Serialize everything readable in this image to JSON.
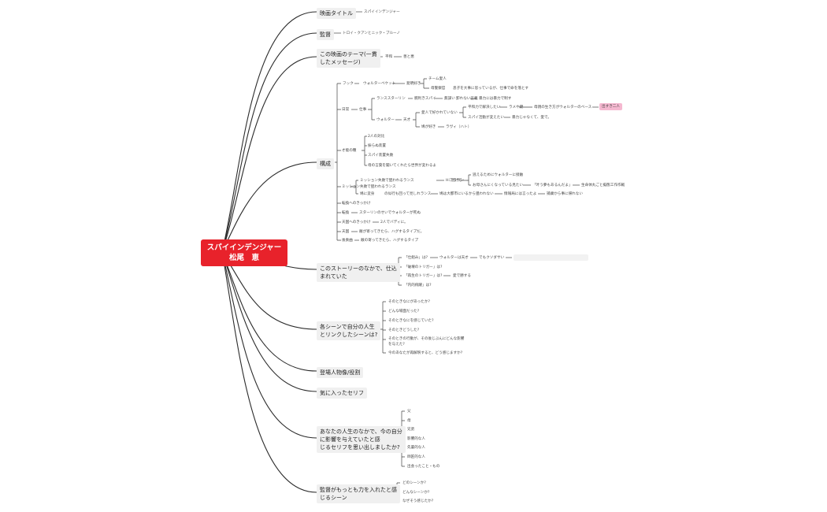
{
  "root": {
    "text": "スパイインデンジャー\n松尾　恵"
  },
  "branches": {
    "title": "映画タイトル",
    "director": "監督",
    "theme": "この映画のテーマ(一貫\nしたメッセージ)",
    "structure": "構成",
    "story": "このストーリーのなかで、仕込\nまれていた",
    "scenes": "各シーンで自分の人生\nとリンクしたシーンは?",
    "characters": "登場人物像/役割",
    "lines": "気に入ったセリフ",
    "influence": "あなたの人生のなかで、今の自分\nに影響を与えていたと感\nじるセリフを思い出しましたか?",
    "effort": "監督がもっとも力を入れたと感\nじるシーン"
  },
  "title_detail": "スパイインデンジャー",
  "director_detail": "トロイ・クアンとニック・ブルーノ",
  "theme_detail": {
    "a": "平和",
    "b": "善と悪"
  },
  "structure_items": {
    "hook": "フック",
    "walter_beckett": "ウォルターベケット",
    "invent_love": "発明好き",
    "team_lover": "チーム愛人",
    "mother_cop": "母警察官",
    "mother_detail": "息子を大事に思っているが、仕事で命を落とす",
    "daily": "日常",
    "work": "仕事",
    "lance": "ランススターリン",
    "superspy": "腕利きスパイ",
    "incompetent": "無謀い",
    "unbreakable": "卸れない正義",
    "violence": "暴力には暴力で制す",
    "walter": "ウォルター",
    "genius": "天才",
    "loved": "愛人で好かれていない",
    "peace_solve": "平和力で解決したい",
    "glitter": "ラメや鍵",
    "mother_way": "母親の生き方がウォルターのベース",
    "both_goods": "出すき二人",
    "spy_tech": "スパイ活動が変えたい",
    "not_violence": "暴力じゃなくて、愛で。",
    "bird": "鳩が好き",
    "lovey": "ラヴィ（ハト）",
    "talent": "才能の種",
    "opposite": "2人の対比",
    "fall": "振らぬ装置",
    "spy_fail": "スパイ装置失敗",
    "mother_words": "母の言葉を聞いてくれたら世界が変わるよ",
    "spy_gadget": "ミッション失敗で狙われるランス",
    "hi_approach": "Hiアラサン",
    "flee": "逃げる",
    "to_save": "逃えるためにウォルターに接触",
    "wish": "お母さんにくなっている見たい",
    "dream": "「叶う夢もあるんだよ」",
    "life_transform": "生命体丸ごと擬態工作作戦",
    "transform": "鳩に変身",
    "undercover": "の似行も回って見しれランス",
    "chased": "鳩は大都市にいるから狙われない",
    "info_collect": "情報局には言ったよ",
    "trust": "捕虜から事に帰れない",
    "turn1": "転換へのきっかけ",
    "turn": "転換",
    "turn_detail": "スターリンのせいでウォルターが死ぬ",
    "peak_trigger": "天国へのきっかけ",
    "peak_trigger_detail": "2人でバディに。",
    "peak": "天国",
    "peak_detail": "敵が寄ってきたら、ハグするタイプだ。",
    "resolution": "後奏曲",
    "resolution_detail": "敵の寄ってきたら、ハグするタイプ"
  },
  "story_items": {
    "setup": "「仕組み」は?",
    "walter_genius": "ウォルターは天才",
    "but_bad": "でもクソダサい",
    "break_trigger": "「破壊のトリガー」は?",
    "regen_trigger": "「再生のトリガー」は?",
    "love_wins": "愛で勝する",
    "inner_growth": "「内的飛躍」は?"
  },
  "scene_items": [
    "そのときなにがあったか?",
    "どんな場面だった?",
    "そのときなにを感じていた?",
    "そのときどうした?",
    "そのときの行動が、その後じぶんにどんな影響\nを与えた?",
    "今のあなたが再解釈すると、どう感じますか?"
  ],
  "influence_items": [
    "父",
    "母",
    "兄弟",
    "影響的な人",
    "先輩的な人",
    "師匠的な人",
    "出会ったこと・もの"
  ],
  "effort_items": [
    "どのシーンか?",
    "どんなシーンか?",
    "なぜそう感じたか?"
  ]
}
